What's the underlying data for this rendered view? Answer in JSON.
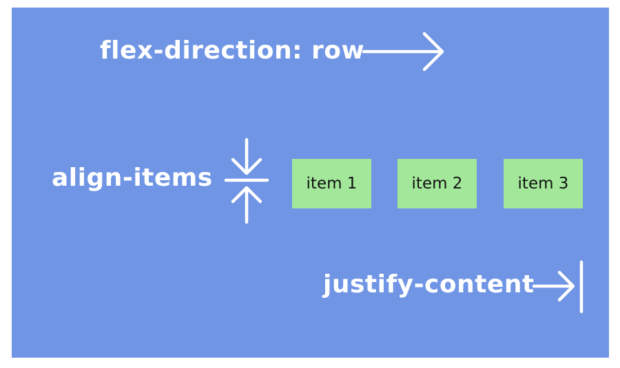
{
  "colors": {
    "background": "#6f95e4",
    "item": "#a3e89a",
    "text": "#ffffff"
  },
  "labels": {
    "flex_direction": "flex-direction: row",
    "align_items": "align-items",
    "justify_content": "justify-content"
  },
  "items": [
    "item 1",
    "item 2",
    "item 3"
  ],
  "icons": {
    "flex_direction": "right-arrow-icon",
    "align_items": "align-center-arrows-icon",
    "justify_content": "arrow-to-end-icon"
  }
}
